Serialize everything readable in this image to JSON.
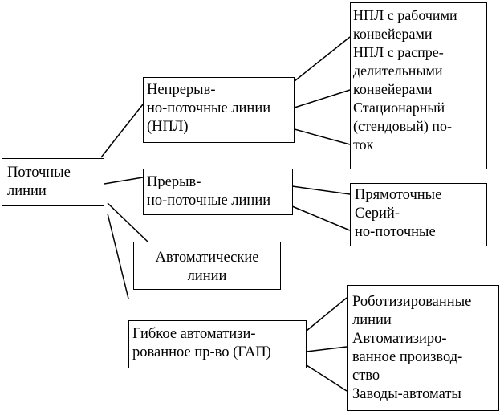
{
  "root": {
    "lines": [
      "Поточные",
      "линии"
    ]
  },
  "npl": {
    "lines": [
      "Непрерыв-",
      "но-поточные линии",
      "(НПЛ)"
    ],
    "children": [
      "НПЛ с рабочими",
      "конвейерами",
      "НПЛ с распре-",
      "делительными",
      "конвейерами",
      "Стационарный",
      "(стендовый) по-",
      "ток"
    ]
  },
  "interrupted": {
    "lines": [
      "Прерыв-",
      "но-поточные линии"
    ],
    "children": [
      "Прямоточные",
      "Серий-",
      "но-поточные"
    ]
  },
  "automatic": {
    "lines": [
      "Автоматические",
      "линии"
    ]
  },
  "gap": {
    "lines": [
      "Гибкое автоматизи-",
      "рованное пр-во (ГАП)"
    ],
    "children": [
      "Роботизированные",
      "линии",
      "Автоматизиро-",
      "ванное производ-",
      "ство",
      "Заводы-автоматы"
    ]
  }
}
